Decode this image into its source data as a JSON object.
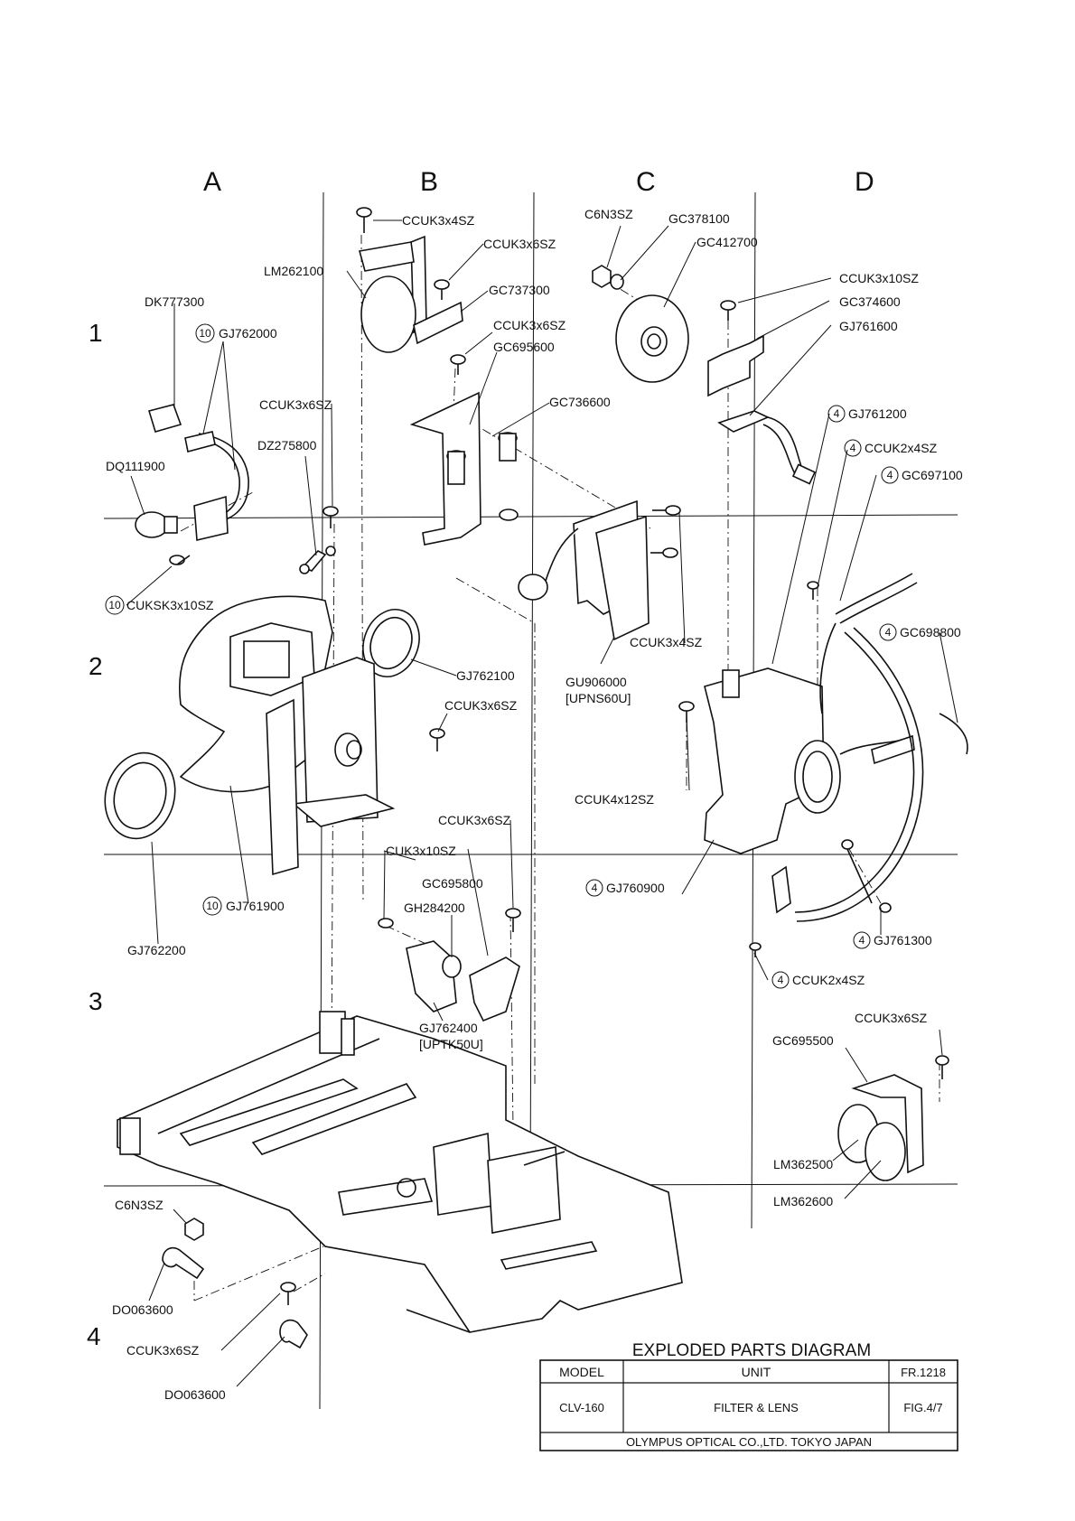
{
  "columns": [
    "A",
    "B",
    "C",
    "D"
  ],
  "rows": [
    "1",
    "2",
    "3",
    "4"
  ],
  "parts": [
    {
      "id": "ccuk3x4sz-top",
      "text": "CCUK3x4SZ"
    },
    {
      "id": "ccuk3x6sz-b1",
      "text": "CCUK3x6SZ"
    },
    {
      "id": "lm262100",
      "text": "LM262100"
    },
    {
      "id": "gc737300",
      "text": "GC737300"
    },
    {
      "id": "dk777300",
      "text": "DK777300"
    },
    {
      "id": "gj762000",
      "text": "GJ762000",
      "qty": "10"
    },
    {
      "id": "ccuk3x6sz-b2",
      "text": "CCUK3x6SZ"
    },
    {
      "id": "gc695600",
      "text": "GC695600"
    },
    {
      "id": "c6n3sz-top",
      "text": "C6N3SZ"
    },
    {
      "id": "gc378100",
      "text": "GC378100"
    },
    {
      "id": "gc412700",
      "text": "GC412700"
    },
    {
      "id": "ccuk3x10sz",
      "text": "CCUK3x10SZ"
    },
    {
      "id": "gc374600",
      "text": "GC374600"
    },
    {
      "id": "gj761600",
      "text": "GJ761600"
    },
    {
      "id": "gc736600",
      "text": "GC736600"
    },
    {
      "id": "ccuk3x6sz-a",
      "text": "CCUK3x6SZ"
    },
    {
      "id": "dz275800",
      "text": "DZ275800"
    },
    {
      "id": "dq111900",
      "text": "DQ111900"
    },
    {
      "id": "gj761200",
      "text": "GJ761200",
      "qty": "4"
    },
    {
      "id": "ccuk2x4sz-top",
      "text": "CCUK2x4SZ",
      "qty": "4"
    },
    {
      "id": "gc697100",
      "text": "GC697100",
      "qty": "4"
    },
    {
      "id": "cuksk3x10sz",
      "text": "CUKSK3x10SZ",
      "qty": "10"
    },
    {
      "id": "ccuk3x4sz-mid",
      "text": "CCUK3x4SZ"
    },
    {
      "id": "gc698800",
      "text": "GC698800",
      "qty": "4"
    },
    {
      "id": "gj762100",
      "text": "GJ762100"
    },
    {
      "id": "gu906000",
      "text": "GU906000"
    },
    {
      "id": "upns60u",
      "text": "[UPNS60U]"
    },
    {
      "id": "ccuk3x6sz-b3",
      "text": "CCUK3x6SZ"
    },
    {
      "id": "ccuk4x12sz",
      "text": "CCUK4x12SZ"
    },
    {
      "id": "ccuk3x6sz-b4",
      "text": "CCUK3x6SZ"
    },
    {
      "id": "cuk3x10sz",
      "text": "CUK3x10SZ"
    },
    {
      "id": "gc695800",
      "text": "GC695800"
    },
    {
      "id": "gj760900",
      "text": "GJ760900",
      "qty": "4"
    },
    {
      "id": "gh284200",
      "text": "GH284200"
    },
    {
      "id": "gj761900",
      "text": "GJ761900",
      "qty": "10"
    },
    {
      "id": "gj761300",
      "text": "GJ761300",
      "qty": "4"
    },
    {
      "id": "gj762200",
      "text": "GJ762200"
    },
    {
      "id": "ccuk2x4sz-bot",
      "text": "CCUK2x4SZ",
      "qty": "4"
    },
    {
      "id": "gj762400",
      "text": "GJ762400"
    },
    {
      "id": "uptk50u",
      "text": "[UPTK50U]"
    },
    {
      "id": "ccuk3x6sz-d",
      "text": "CCUK3x6SZ"
    },
    {
      "id": "gc695500",
      "text": "GC695500"
    },
    {
      "id": "lm362500",
      "text": "LM362500"
    },
    {
      "id": "lm362600",
      "text": "LM362600"
    },
    {
      "id": "c6n3sz-bot",
      "text": "C6N3SZ"
    },
    {
      "id": "do063600-a",
      "text": "DO063600"
    },
    {
      "id": "ccuk3x6sz-bot",
      "text": "CCUK3x6SZ"
    },
    {
      "id": "do063600-b",
      "text": "DO063600"
    }
  ],
  "title_block": {
    "title": "EXPLODED PARTS DIAGRAM",
    "model_header": "MODEL",
    "unit_header": "UNIT",
    "fr": "FR.1218",
    "model": "CLV-160",
    "unit": "FILTER & LENS",
    "fig": "FIG.4/7",
    "maker": "OLYMPUS OPTICAL CO.,LTD. TOKYO JAPAN"
  }
}
